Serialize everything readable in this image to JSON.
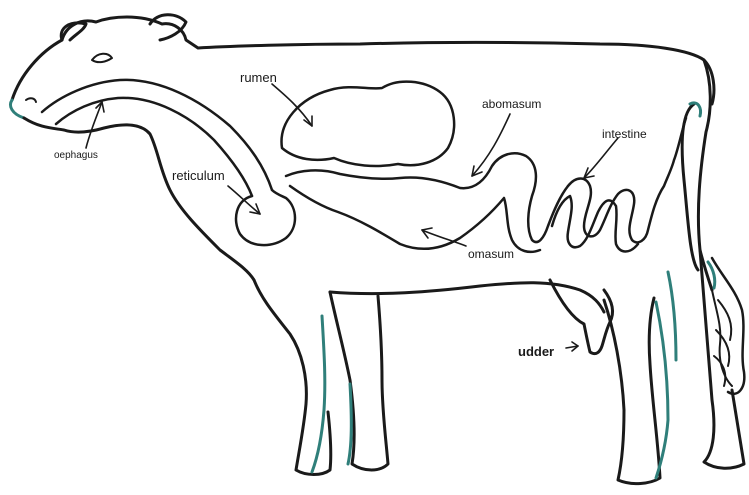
{
  "diagram": {
    "subject": "Cow digestive system",
    "labels": {
      "rumen": "rumen",
      "abomasum": "abomasum",
      "intestine": "intestine",
      "reticulum": "reticulum",
      "omasum": "omasum",
      "udder": "udder",
      "esophagus": "oephagus"
    }
  },
  "colors": {
    "ink": "#1a1a1a",
    "accent_teal": "#2f7f7a",
    "background": "#ffffff"
  }
}
